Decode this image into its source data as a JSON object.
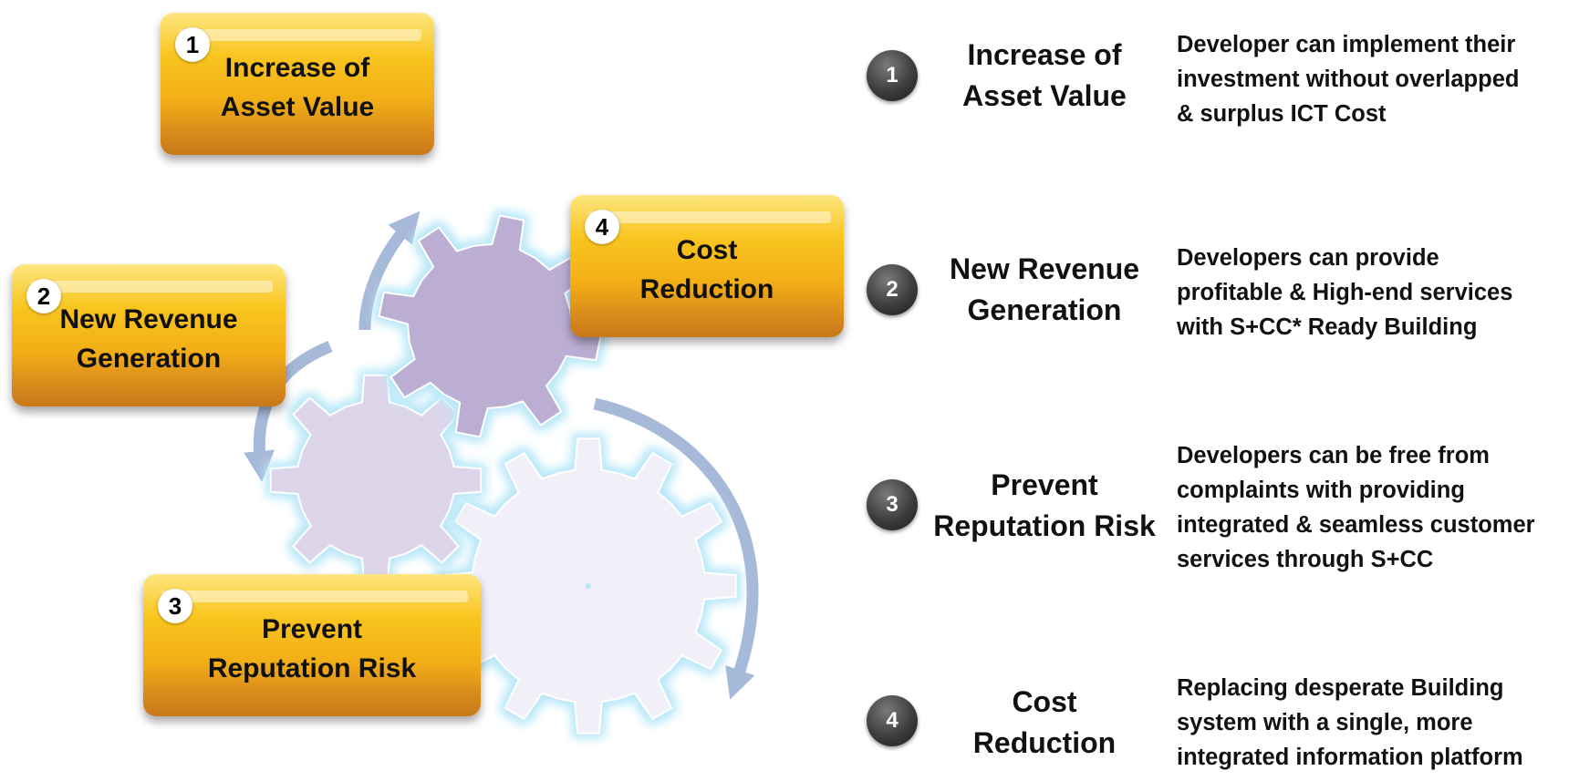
{
  "boxes": [
    {
      "number": "1",
      "label": "Increase of\nAsset Value"
    },
    {
      "number": "2",
      "label": "New Revenue\nGeneration"
    },
    {
      "number": "3",
      "label": "Prevent\nReputation Risk"
    },
    {
      "number": "4",
      "label": "Cost\nReduction"
    }
  ],
  "items": [
    {
      "number": "1",
      "title": "Increase of\nAsset Value",
      "description": "Developer can implement their\ninvestment without overlapped\n& surplus ICT Cost"
    },
    {
      "number": "2",
      "title": "New Revenue\nGeneration",
      "description": "Developers can provide\nprofitable & High-end services\nwith S+CC* Ready Building"
    },
    {
      "number": "3",
      "title": "Prevent\nReputation Risk",
      "description": "Developers can be free from\ncomplaints with providing\nintegrated & seamless customer\nservices through S+CC"
    },
    {
      "number": "4",
      "title": "Cost\nReduction",
      "description": "Replacing desperate Building\nsystem with a single, more\nintegrated information platform"
    }
  ],
  "colors": {
    "gear_small": "#ddd6ea",
    "gear_medium": "#bcaed2",
    "gear_large": "#f1eff8",
    "gear_glow": "#b8e8f8",
    "arrow": "#a7b9d8"
  }
}
